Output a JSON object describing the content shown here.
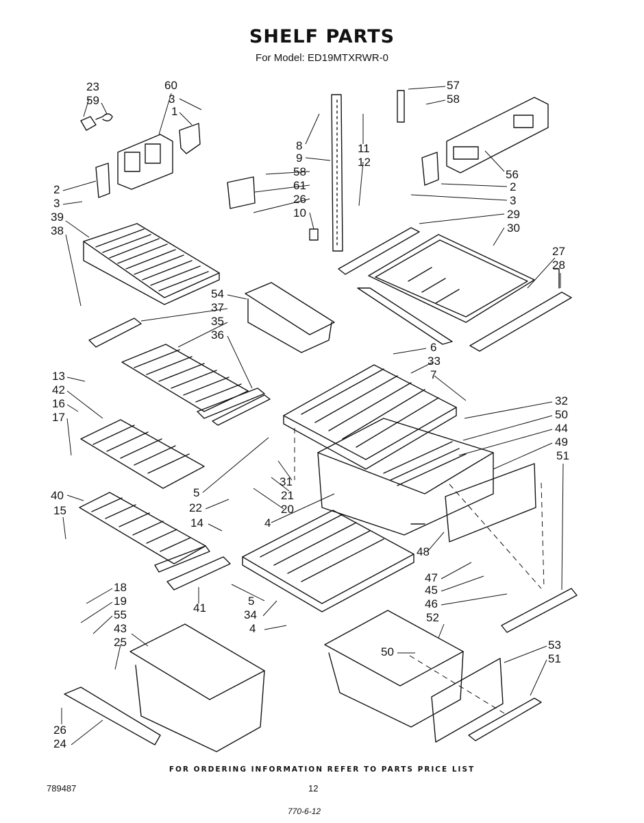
{
  "header": {
    "title": "SHELF PARTS",
    "model_line": "For Model: ED19MTXRWR-0"
  },
  "footer": {
    "ordering_note": "FOR ORDERING INFORMATION REFER TO PARTS PRICE LIST",
    "document_number": "789487",
    "page_number": "12",
    "handwritten_note": "770-6-12"
  },
  "callouts": [
    "23",
    "59",
    "60",
    "3",
    "1",
    "2",
    "3",
    "39",
    "38",
    "8",
    "9",
    "58",
    "61",
    "26",
    "10",
    "11",
    "12",
    "57",
    "58",
    "56",
    "2",
    "3",
    "29",
    "30",
    "27",
    "28",
    "54",
    "37",
    "35",
    "36",
    "13",
    "42",
    "16",
    "17",
    "6",
    "33",
    "7",
    "32",
    "50",
    "44",
    "49",
    "51",
    "5",
    "31",
    "21",
    "22",
    "20",
    "4",
    "40",
    "15",
    "14",
    "48",
    "47",
    "45",
    "46",
    "52",
    "18",
    "19",
    "55",
    "43",
    "25",
    "41",
    "5",
    "34",
    "4",
    "50",
    "53",
    "51",
    "26",
    "24"
  ]
}
